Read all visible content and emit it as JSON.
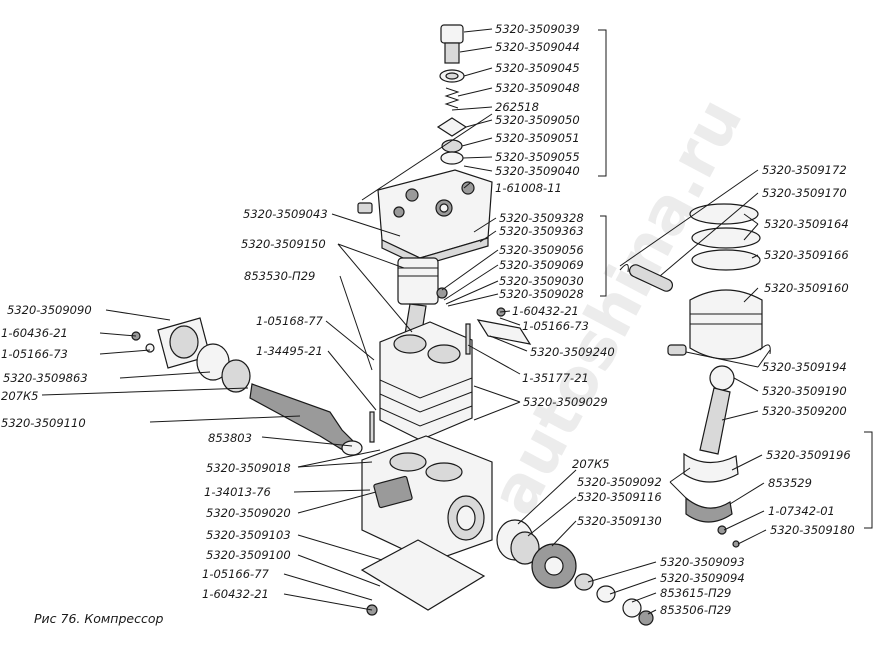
{
  "caption": "Рис 76. Компрессор",
  "watermark": "autoshina.ru",
  "labels": {
    "l01": "5320-3509039",
    "l02": "5320-3509044",
    "l03": "5320-3509045",
    "l04": "5320-3509048",
    "l05": "262518",
    "l06": "5320-3509050",
    "l07": "5320-3509051",
    "l08": "5320-3509055",
    "l09": "5320-3509040",
    "l10": "1-61008-11",
    "l11": "5320-3509043",
    "l12": "5320-3509328",
    "l13": "5320-3509363",
    "l14": "5320-3509150",
    "l15": "5320-3509056",
    "l16": "5320-3509069",
    "l17": "5320-3509030",
    "l18": "5320-3509028",
    "l19": "853530-П29",
    "l20": "1-60432-21",
    "l21": "1-05166-73",
    "l22": "5320-3509090",
    "l23": "1-05168-77",
    "l24": "1-60436-21",
    "l25": "1-05166-73",
    "l26": "1-34495-21",
    "l27": "5320-3509240",
    "l28": "5320-3509863",
    "l29": "1-35177-21",
    "l30": "207К5",
    "l31": "5320-3509029",
    "l32": "5320-3509110",
    "l33": "853803",
    "l34": "5320-3509018",
    "l35": "207К5",
    "l36": "5320-3509092",
    "l37": "1-34013-76",
    "l38": "5320-3509116",
    "l39": "5320-3509020",
    "l40": "5320-3509130",
    "l41": "5320-3509103",
    "l42": "5320-3509100",
    "l43": "5320-3509093",
    "l44": "1-05166-77",
    "l45": "5320-3509094",
    "l46": "853615-П29",
    "l47": "1-60432-21",
    "l48": "853506-П29",
    "l49": "5320-3509172",
    "l50": "5320-3509170",
    "l51": "5320-3509164",
    "l52": "5320-3509166",
    "l53": "5320-3509160",
    "l54": "5320-3509194",
    "l55": "5320-3509190",
    "l56": "5320-3509200",
    "l57": "5320-3509196",
    "l58": "853529",
    "l59": "1-07342-01",
    "l60": "5320-3509180"
  }
}
